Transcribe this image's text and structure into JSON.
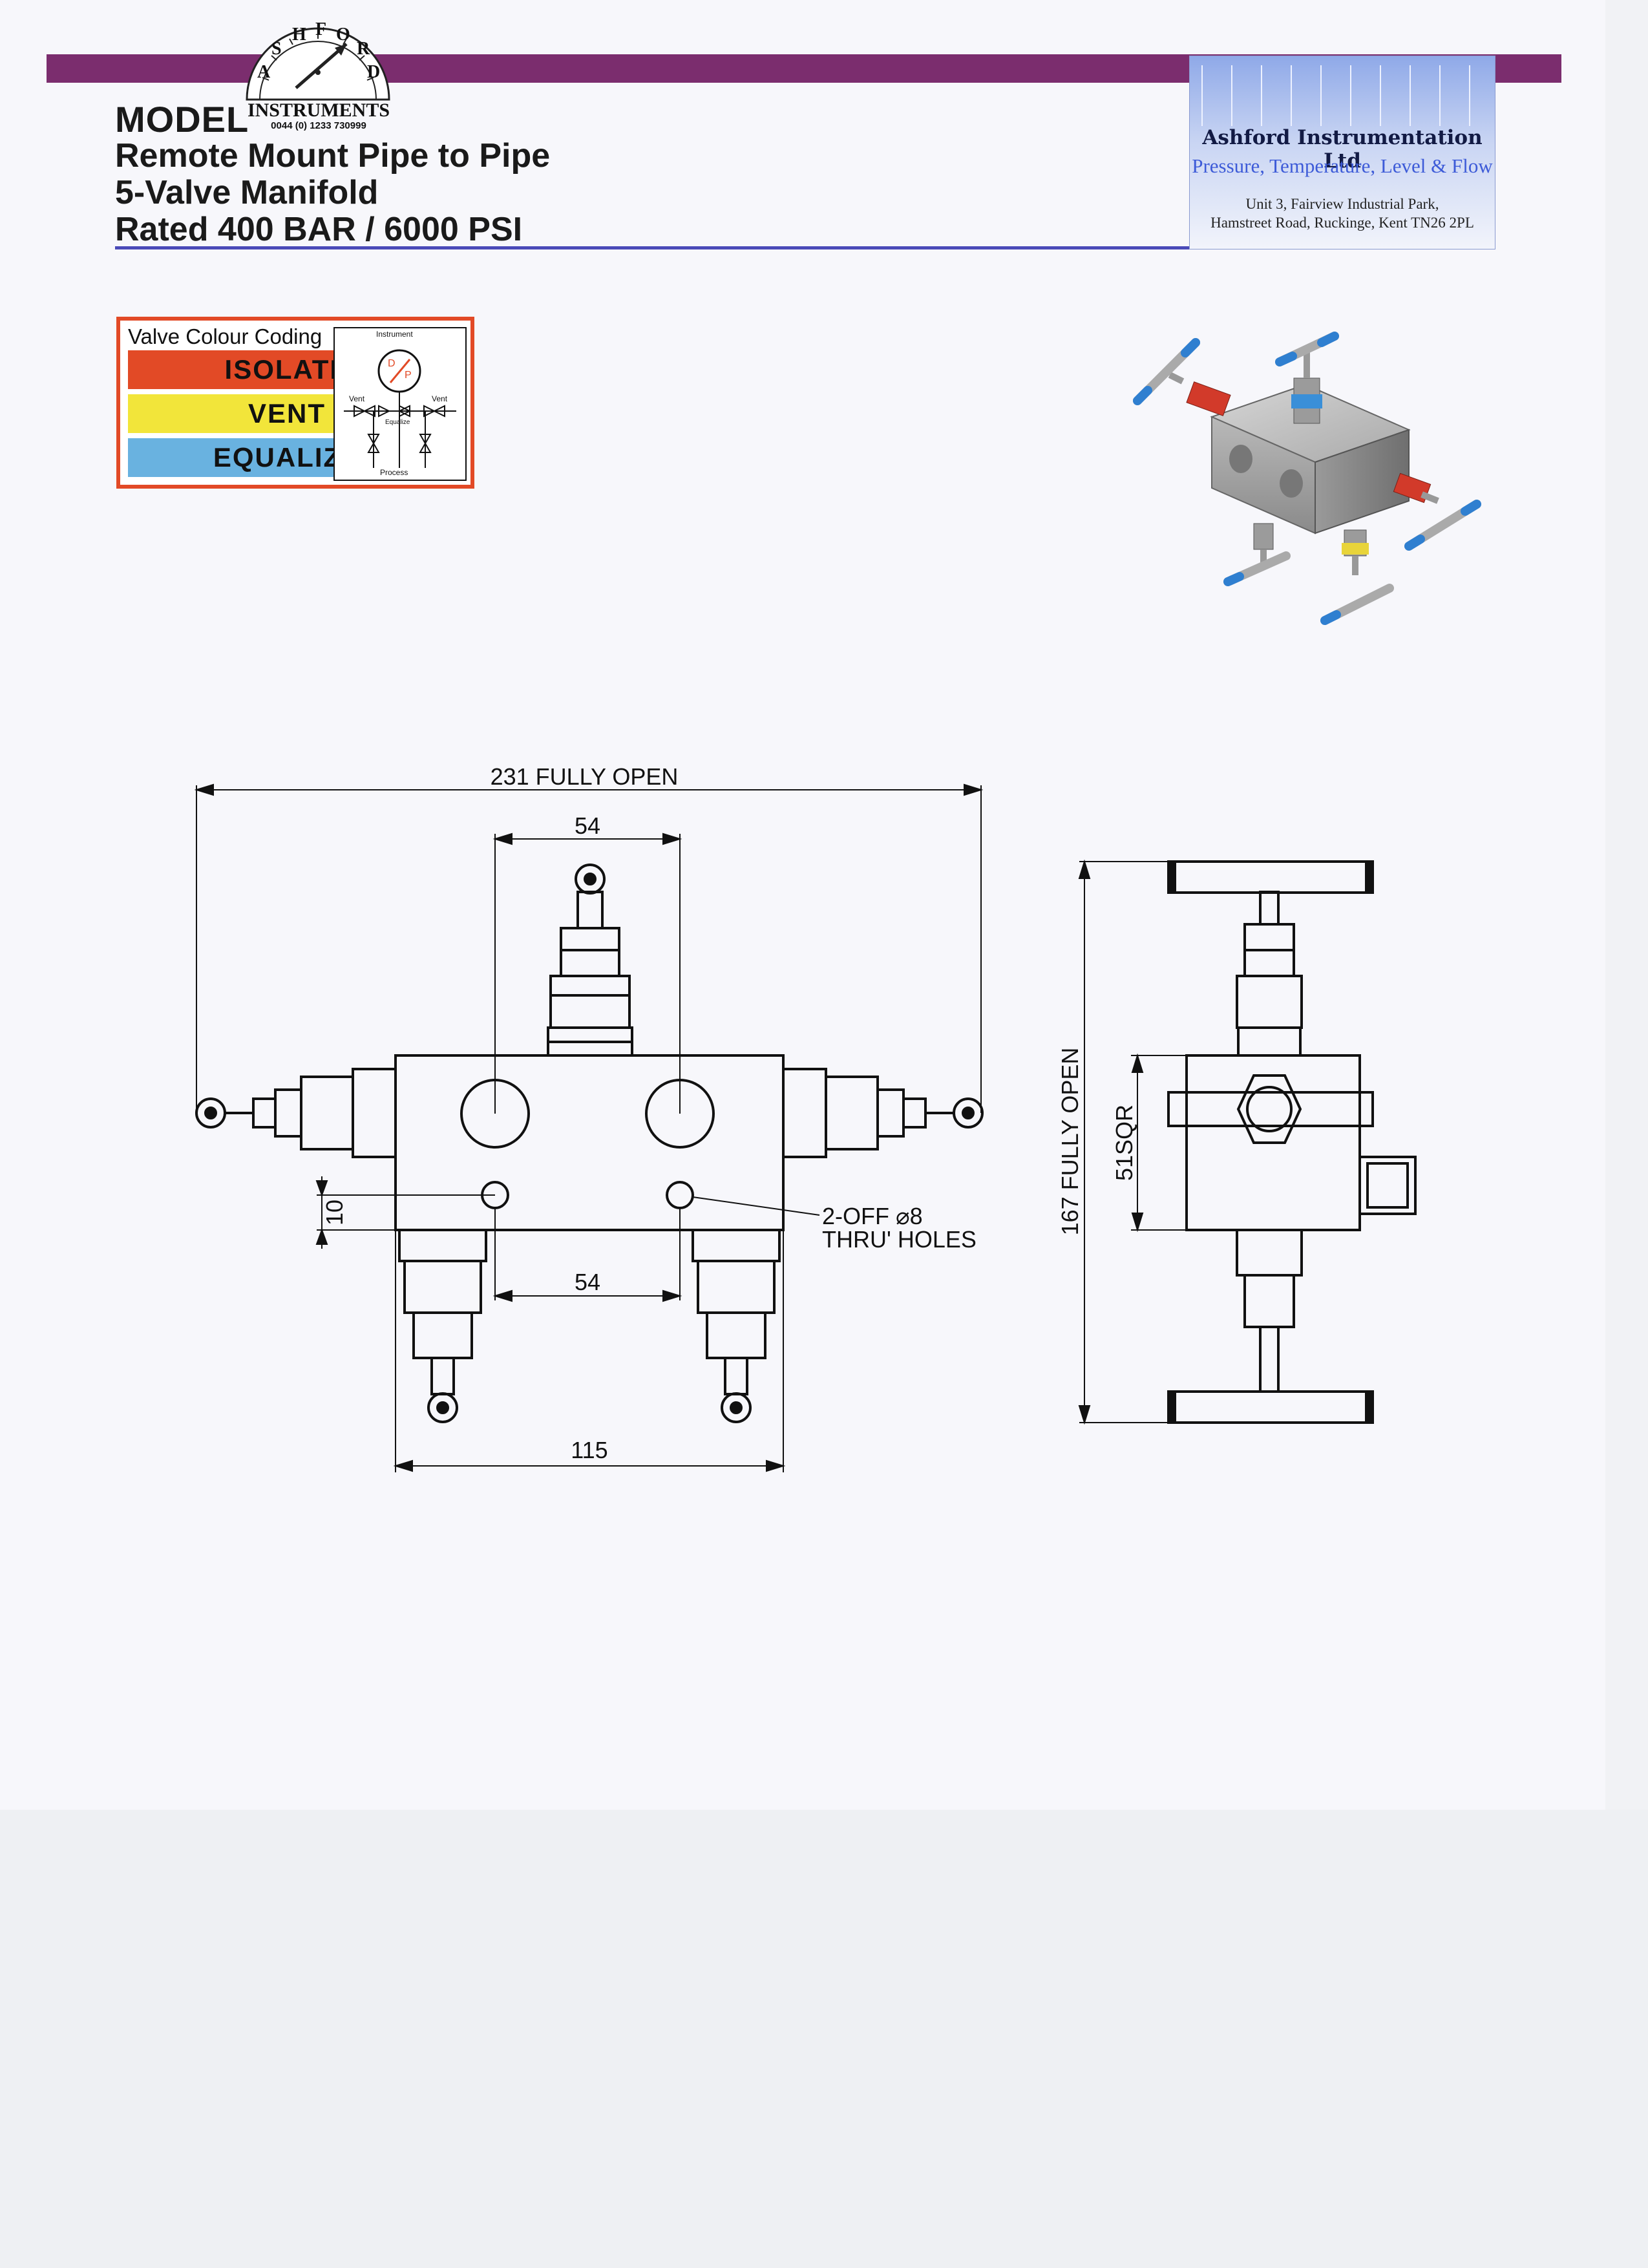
{
  "header": {
    "model_label": "MODEL",
    "title_line_1": "Remote Mount Pipe to Pipe",
    "title_line_2": "5-Valve Manifold",
    "title_line_3": "Rated 400 BAR / 6000 PSI"
  },
  "logo": {
    "wordmark": "ASHFORD",
    "subtitle": "INSTRUMENTS",
    "phone": "0044 (0) 1233 730999"
  },
  "company": {
    "name": "Ashford Instrumentation Ltd",
    "tagline": "Pressure, Temperature, Level & Flow",
    "address_line_1": "Unit 3, Fairview Industrial Park,",
    "address_line_2": "Hamstreet Road, Ruckinge, Kent TN26 2PL"
  },
  "colour_coding": {
    "title": "Valve Colour Coding",
    "bands": [
      {
        "label": "ISOLATE",
        "color": "#e24a26"
      },
      {
        "label": "VENT",
        "color": "#f2e53a"
      },
      {
        "label": "EQUALIZE",
        "color": "#69b2e0"
      }
    ],
    "diagram": {
      "top_label": "Instrument",
      "gauge_letter_1": "D",
      "gauge_letter_2": "P",
      "vent_left": "Vent",
      "vent_right": "Vent",
      "equalize": "Equalize",
      "bottom_label": "Process"
    }
  },
  "dimensions": {
    "overall_width": "231 FULLY OPEN",
    "top_spacing": "54",
    "hole_offset": "10",
    "holes_note_1": "2-OFF ⌀8",
    "holes_note_2": "THRU' HOLES",
    "bottom_spacing": "54",
    "body_width": "115",
    "overall_height": "167 FULLY OPEN",
    "square": "51SQR"
  },
  "colors": {
    "top_bar": "#7b2d6e",
    "title_rule": "#4a4ab8",
    "isolate": "#e24a26",
    "vent": "#f2e53a",
    "equalize": "#69b2e0"
  }
}
